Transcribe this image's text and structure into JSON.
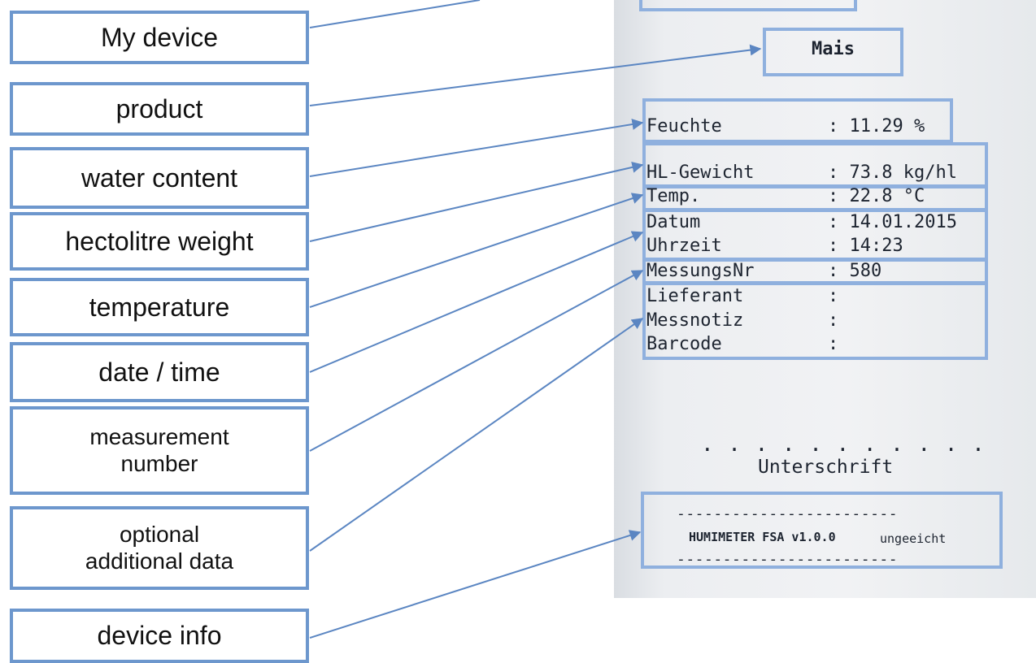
{
  "labels": [
    {
      "id": "my-device",
      "text": "My device"
    },
    {
      "id": "product",
      "text": "product"
    },
    {
      "id": "water-content",
      "text": "water content"
    },
    {
      "id": "hectolitre-weight",
      "text": "hectolitre weight"
    },
    {
      "id": "temperature",
      "text": "temperature"
    },
    {
      "id": "date-time",
      "text": "date / time"
    },
    {
      "id": "measurement-number",
      "text": "measurement\nnumber"
    },
    {
      "id": "optional-data",
      "text": "optional\nadditional data"
    },
    {
      "id": "device-info",
      "text": "device info"
    }
  ],
  "receipt": {
    "product": "Mais",
    "rows": [
      {
        "key": "Feuchte",
        "sep": ":",
        "value": "11.29 %"
      },
      {
        "key": "HL-Gewicht",
        "sep": ":",
        "value": "73.8 kg/hl"
      },
      {
        "key": "Temp.",
        "sep": ":",
        "value": "22.8 °C"
      },
      {
        "key": "Datum",
        "sep": ":",
        "value": "14.01.2015"
      },
      {
        "key": "Uhrzeit",
        "sep": ":",
        "value": "14:23"
      },
      {
        "key": "MessungsNr",
        "sep": ":",
        "value": "580"
      },
      {
        "key": "Lieferant",
        "sep": ":",
        "value": ""
      },
      {
        "key": "Messnotiz",
        "sep": ":",
        "value": ""
      },
      {
        "key": "Barcode",
        "sep": ":",
        "value": ""
      }
    ],
    "signature_dots": ". . . . . . . . . . .",
    "signature_label": "Unterschrift",
    "dash_line": "------------------------",
    "device_name": "HUMIMETER FSA v1.0.0",
    "device_status": "ungeeicht"
  },
  "colors": {
    "box_border": "#6d97cd",
    "highlight_border": "#8fb0de",
    "arrow": "#5b86c2"
  }
}
